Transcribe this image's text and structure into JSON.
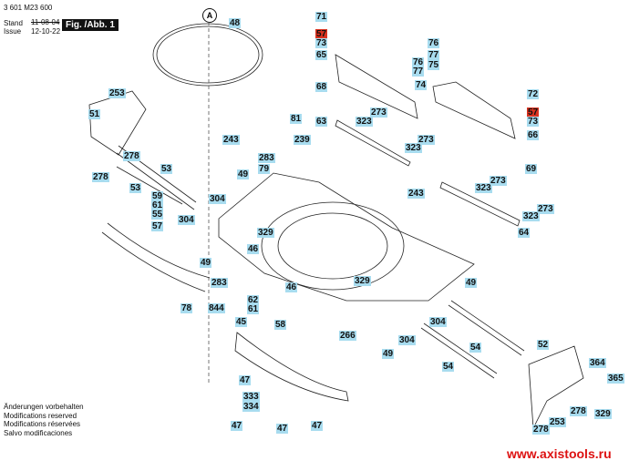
{
  "header": {
    "part_number": "3 601 M23 600",
    "stand_label": "Stand",
    "issue_label": "Issue",
    "stand_date": "11-08-04",
    "issue_date": "12-10-22",
    "figure": "Fig. /Abb. 1"
  },
  "callout": "A",
  "labels": [
    "48",
    "71",
    "57",
    "73",
    "65",
    "76",
    "77",
    "76",
    "77",
    "75",
    "74",
    "68",
    "63",
    "323",
    "273",
    "273",
    "323",
    "72",
    "57",
    "73",
    "66",
    "69",
    "253",
    "51",
    "81",
    "239",
    "243",
    "278",
    "53",
    "283",
    "79",
    "49",
    "278",
    "53",
    "304",
    "59",
    "61",
    "55",
    "304",
    "57",
    "243",
    "273",
    "323",
    "273",
    "323",
    "64",
    "329",
    "46",
    "49",
    "283",
    "46",
    "329",
    "62",
    "61",
    "78",
    "844",
    "45",
    "58",
    "49",
    "304",
    "266",
    "52",
    "54",
    "304",
    "49",
    "54",
    "364",
    "365",
    "47",
    "333",
    "334",
    "278",
    "329",
    "253",
    "278",
    "47",
    "47",
    "47"
  ],
  "highlight_color": "#d9321f",
  "label_color": "#a8dcef",
  "notes": [
    "Änderungen vorbehalten",
    "Modifications reserved",
    "Modifications réservées",
    "Salvo modificaciones"
  ],
  "watermark": "www.axistools.ru"
}
